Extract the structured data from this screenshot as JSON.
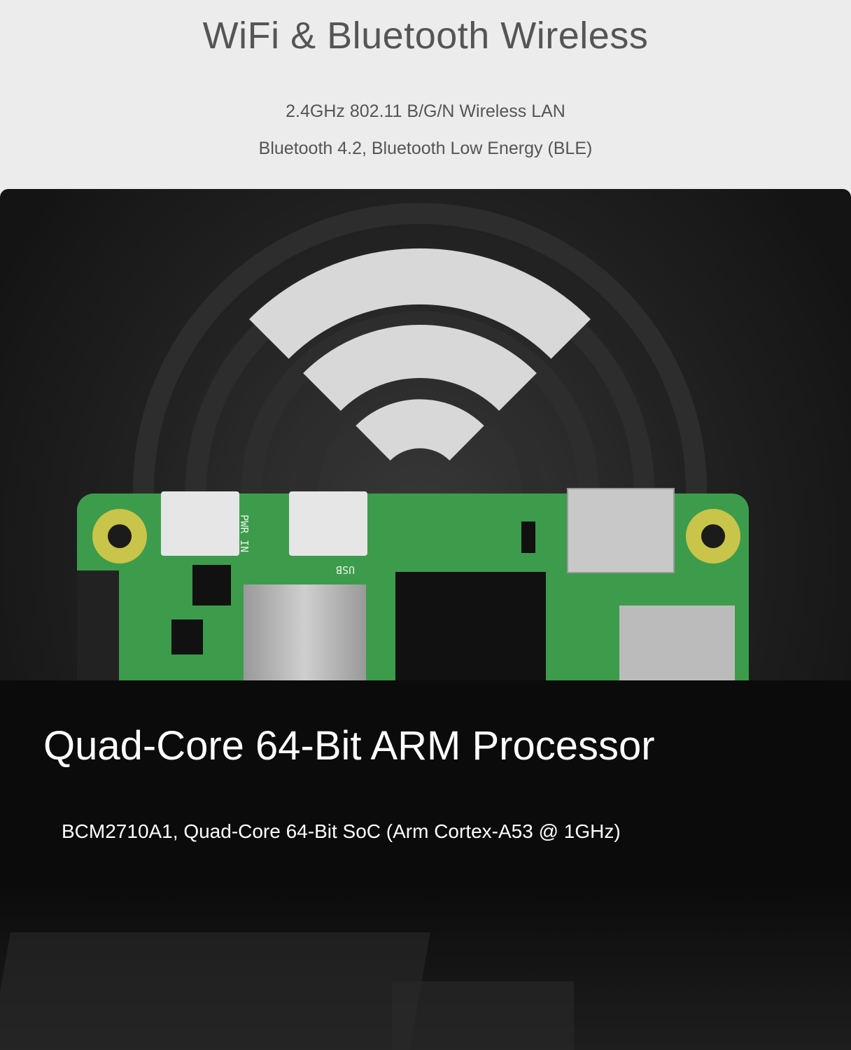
{
  "wireless": {
    "title": "WiFi & Bluetooth Wireless",
    "lines": [
      "2.4GHz 802.11 B/G/N Wireless LAN",
      "Bluetooth 4.2, Bluetooth Low Energy (BLE)"
    ]
  },
  "wifi_icon": "wifi-icon",
  "board_labels": {
    "power": "PWR IN",
    "usb": "USB"
  },
  "processor": {
    "title": "Quad-Core 64-Bit ARM Processor",
    "subtitle": "BCM2710A1, Quad-Core 64-Bit SoC (Arm Cortex-A53 @ 1GHz)"
  },
  "colors": {
    "board_green": "#3c9c4c",
    "background_light": "#ececec",
    "panel_dark": "#0b0b0b"
  }
}
